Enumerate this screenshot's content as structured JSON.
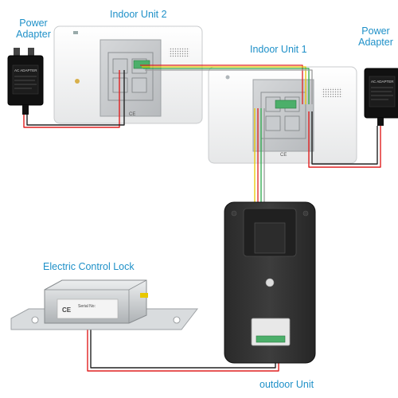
{
  "labels": {
    "indoor_unit_2": "Indoor Unit 2",
    "indoor_unit_1": "Indoor Unit 1",
    "power_adapter_left_line1": "Power",
    "power_adapter_left_line2": "Adapter",
    "power_adapter_right_line1": "Power",
    "power_adapter_right_line2": "Adapter",
    "electric_control_lock": "Electric Control Lock",
    "outdoor_unit": "outdoor Unit"
  },
  "markings": {
    "adapter_left": "AC ADAPTER",
    "adapter_right": "AC ADAPTER",
    "lock_serial": "Serial No:",
    "lock_ce": "CE",
    "indoor_ce": "CE"
  },
  "colors": {
    "label_blue": "#1e90c8",
    "wire_red": "#e02020",
    "wire_yellow": "#e8c800",
    "wire_green": "#2aa84a",
    "wire_black": "#222222",
    "wire_gray": "#9a9a9a"
  }
}
